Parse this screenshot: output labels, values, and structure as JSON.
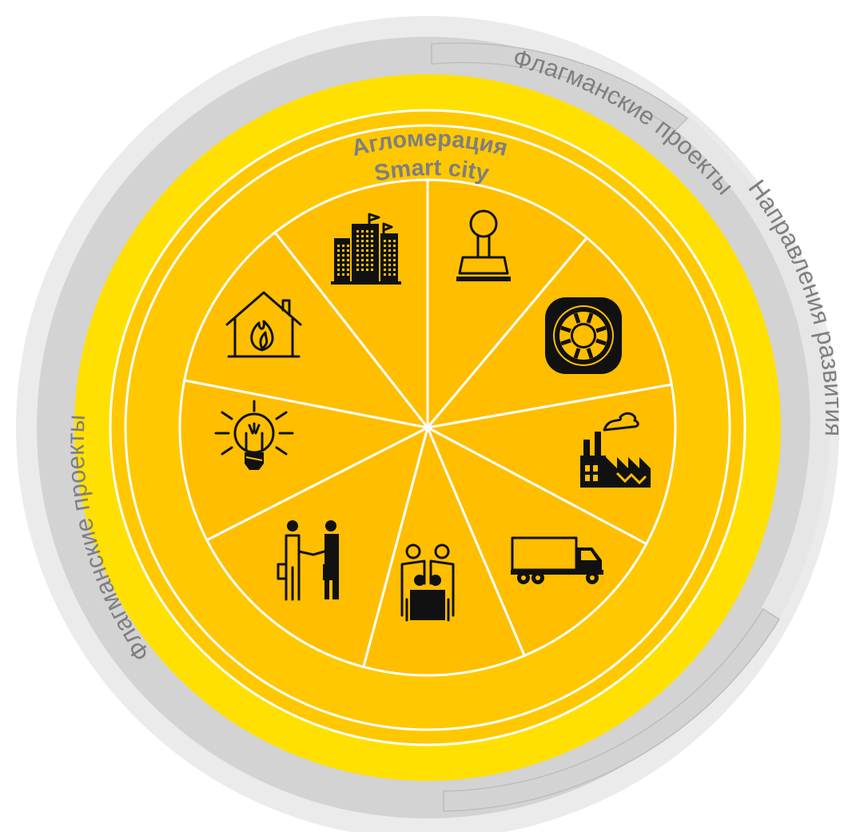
{
  "rings": {
    "outer_left_label": "Флагманские проекты",
    "outer_top_label": "Флагманские проекты",
    "outer_right_label": "Направления развития",
    "yellow_ring_label": "Агломерация",
    "inner_ring_label": "Smart city"
  },
  "colors": {
    "outer_light_gray": "#ebebeb",
    "outer_gray": "#d3d3d3",
    "yellow": "#ffe000",
    "amber": "#ffc800",
    "sector_fill": "#ffbe00",
    "divider": "#ffffff",
    "label_gray": "#7f7f7f",
    "icon": "#111111"
  },
  "sectors": [
    {
      "icon": "official-stamp-icon"
    },
    {
      "icon": "lifebuoy-icon"
    },
    {
      "icon": "factory-icon"
    },
    {
      "icon": "delivery-truck-icon"
    },
    {
      "icon": "family-icon"
    },
    {
      "icon": "business-handshake-icon"
    },
    {
      "icon": "light-bulb-idea-icon"
    },
    {
      "icon": "house-heating-flame-icon"
    },
    {
      "icon": "city-buildings-icon"
    }
  ]
}
